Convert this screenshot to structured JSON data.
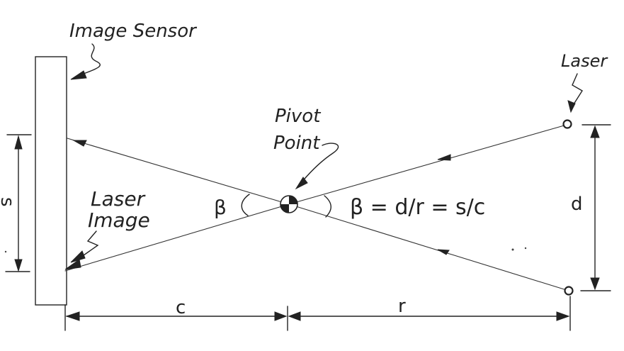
{
  "labels": {
    "image_sensor": "Image Sensor",
    "laser": "Laser",
    "pivot_line1": "Pivot",
    "pivot_line2": "Point",
    "laser_image_line1": "Laser",
    "laser_image_line2": "Image",
    "beta_left": "β",
    "formula": "β = d/r = s/c",
    "d": "d",
    "s": "s",
    "c": "c",
    "r": "r"
  },
  "colors": {
    "ink": "#222222",
    "background": "#ffffff"
  }
}
